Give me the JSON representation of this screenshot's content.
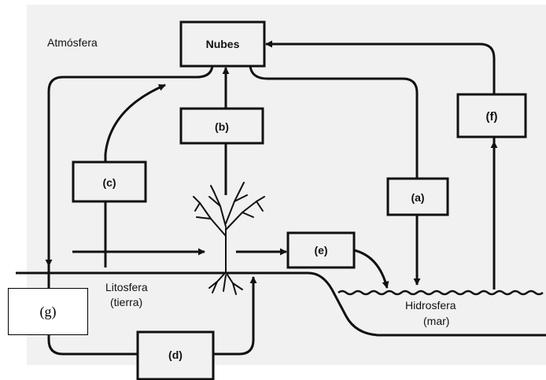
{
  "labels": {
    "atmosfera": "Atmósfera",
    "litosfera": "Litosfera",
    "tierra": "(tierra)",
    "hidrosfera": "Hidrosfera",
    "mar": "(mar)"
  },
  "boxes": {
    "nubes": "Nubes",
    "a": "(a)",
    "b": "(b)",
    "c": "(c)",
    "d": "(d)",
    "e": "(e)",
    "f": "(f)",
    "g": "(g)"
  },
  "colors": {
    "background": "#f1f1f1",
    "ink": "#111111"
  }
}
